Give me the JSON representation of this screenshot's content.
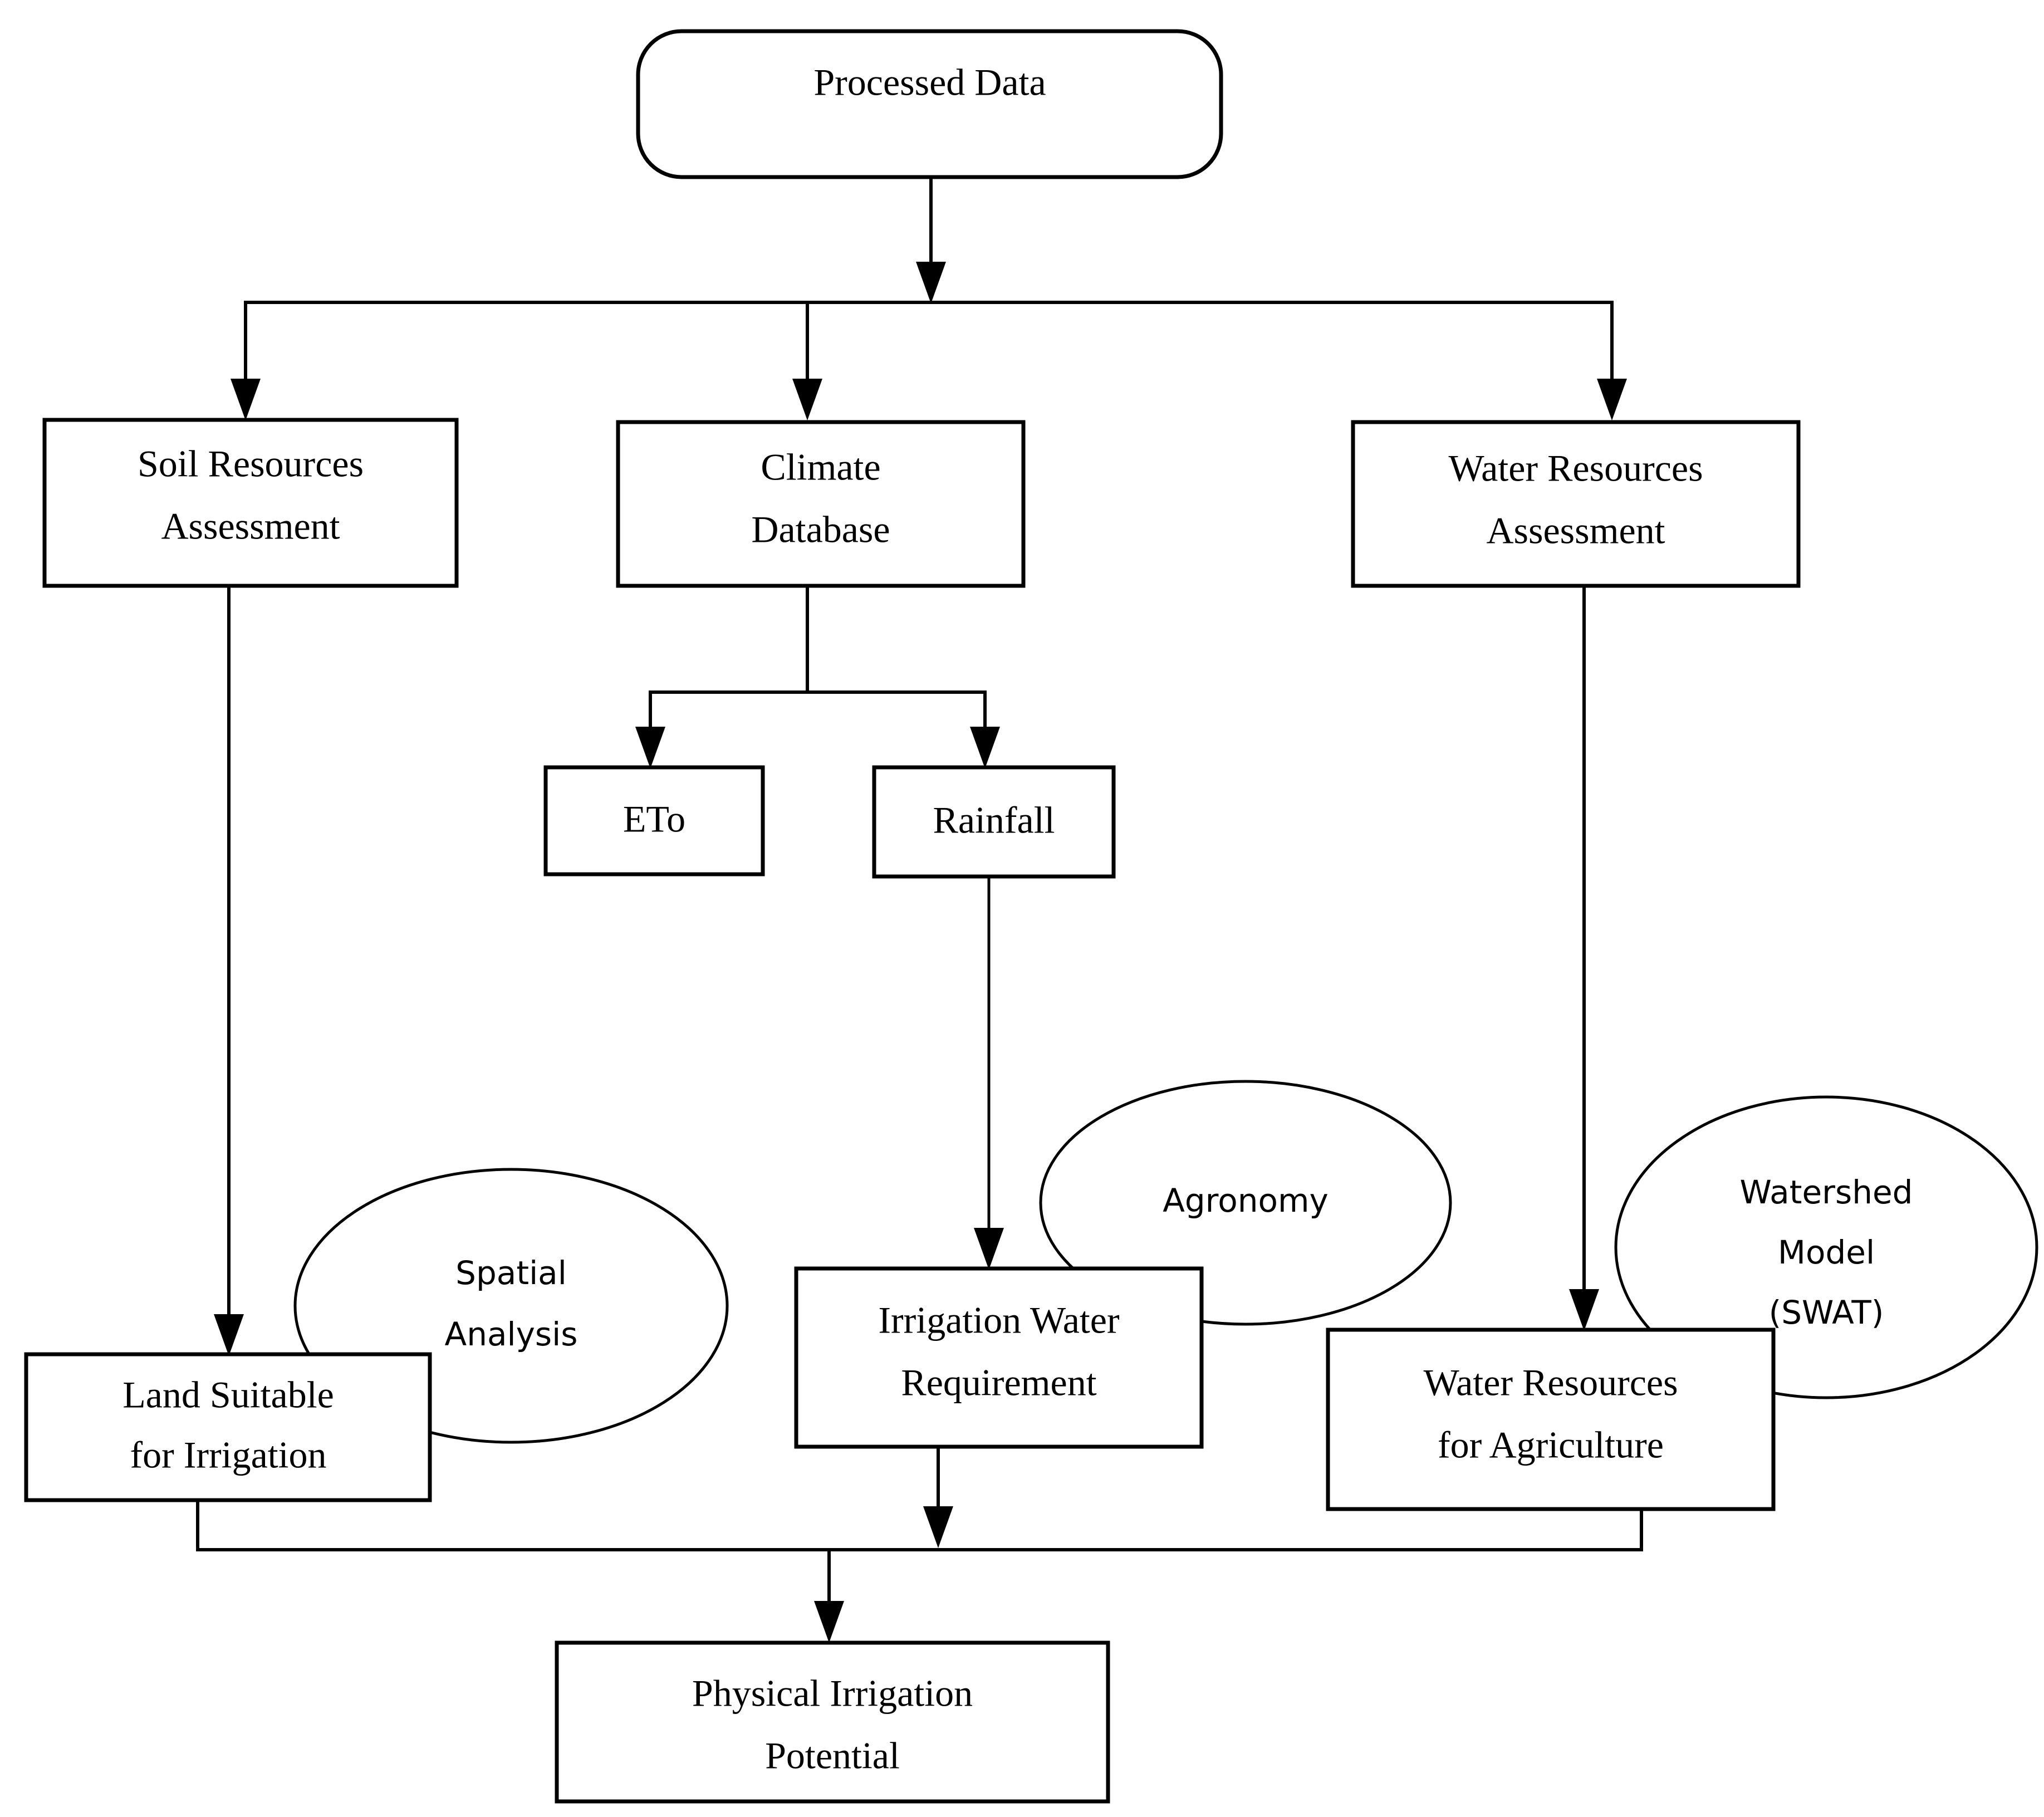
{
  "diagram": {
    "title": "Physical Irrigation Potential Assessment Flowchart",
    "line_color": "#000000",
    "fill_color": "#ffffff",
    "background": "#ffffff",
    "nodes": {
      "processed_data": {
        "label": "Processed Data",
        "shape": "rounded-rectangle"
      },
      "soil_resources": {
        "line1": "Soil Resources",
        "line2": "Assessment",
        "shape": "rectangle"
      },
      "climate_database": {
        "line1": "Climate",
        "line2": "Database",
        "shape": "rectangle"
      },
      "water_resources": {
        "line1": "Water Resources",
        "line2": "Assessment",
        "shape": "rectangle"
      },
      "eto": {
        "label": "ETo",
        "shape": "rectangle"
      },
      "rainfall": {
        "label": "Rainfall",
        "shape": "rectangle"
      },
      "spatial_analysis": {
        "line1": "Spatial",
        "line2": "Analysis",
        "shape": "ellipse"
      },
      "agronomy": {
        "line1": "Agronomy",
        "shape": "ellipse"
      },
      "watershed_model": {
        "line1": "Watershed",
        "line2": "Model",
        "line3": "(SWAT)",
        "shape": "ellipse"
      },
      "land_suitable": {
        "line1": "Land Suitable",
        "line2": "for Irrigation",
        "shape": "rectangle"
      },
      "irrigation_water_requirement": {
        "line1": "Irrigation Water",
        "line2": "Requirement",
        "shape": "rectangle"
      },
      "water_for_agriculture": {
        "line1": "Water Resources",
        "line2": "for Agriculture",
        "shape": "rectangle"
      },
      "physical_irrigation_potential": {
        "line1": "Physical Irrigation",
        "line2": "Potential",
        "shape": "rectangle"
      }
    },
    "edges": [
      {
        "from": "processed_data",
        "to": "soil_resources"
      },
      {
        "from": "processed_data",
        "to": "climate_database"
      },
      {
        "from": "processed_data",
        "to": "water_resources"
      },
      {
        "from": "climate_database",
        "to": "eto"
      },
      {
        "from": "climate_database",
        "to": "rainfall"
      },
      {
        "from": "soil_resources",
        "to": "land_suitable"
      },
      {
        "from": "rainfall",
        "to": "irrigation_water_requirement"
      },
      {
        "from": "water_resources",
        "to": "water_for_agriculture"
      },
      {
        "from": "land_suitable",
        "to": "physical_irrigation_potential"
      },
      {
        "from": "irrigation_water_requirement",
        "to": "physical_irrigation_potential"
      },
      {
        "from": "water_for_agriculture",
        "to": "physical_irrigation_potential"
      }
    ]
  }
}
